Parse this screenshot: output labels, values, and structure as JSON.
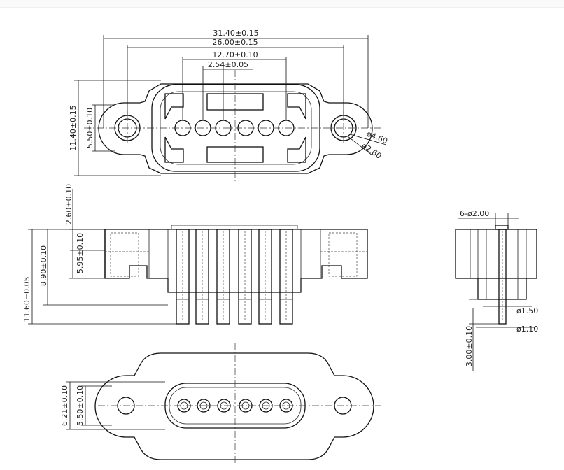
{
  "dimensions": {
    "overall_width": "31.40±0.15",
    "mount_spacing": "26.00±0.15",
    "pin_span": "12.70±0.10",
    "pin_pitch": "2.54±0.05",
    "body_height": "11.40±0.15",
    "half_height": "5.50±0.10",
    "mount_hole_outer": "ø4.60",
    "mount_hole_inner": "ø2.60",
    "flange_thickness": "2.60±0.10",
    "housing_depth": "5.95±0.10",
    "body_depth": "8.90±0.10",
    "overall_depth": "11.60±0.05",
    "pin_count_dia": "6-ø2.00",
    "pin_dia_1": "ø1.50",
    "pin_dia_2": "ø1.10",
    "pin_length": "3.00±0.10",
    "rear_height": "6.21±0.10",
    "rear_half_height": "5.50±0.10"
  }
}
